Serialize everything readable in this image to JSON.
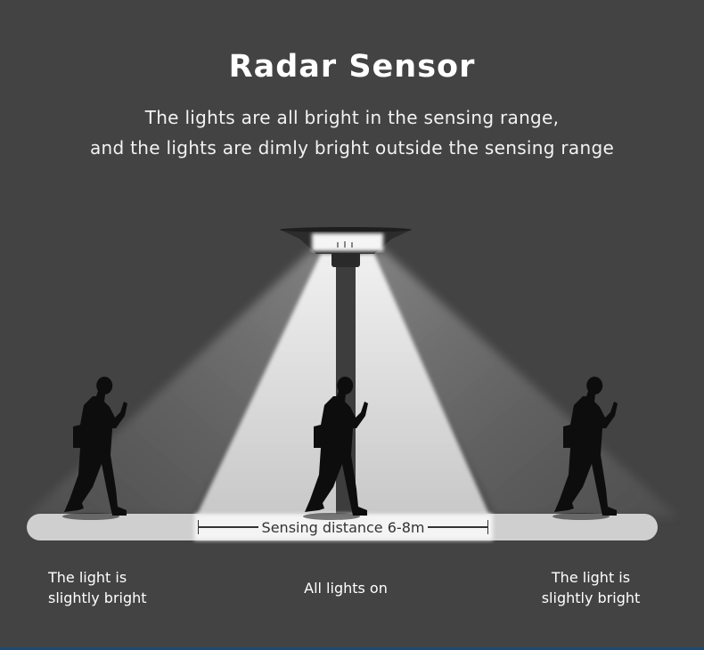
{
  "header": {
    "title": "Radar Sensor",
    "subtitle_line1": "The lights are all bright in the sensing range,",
    "subtitle_line2": "and the lights are dimly bright outside the sensing range"
  },
  "scene": {
    "sensing_distance_label": "Sensing distance 6-8m",
    "figures": [
      "left-pedestrian",
      "center-pedestrian",
      "right-pedestrian"
    ]
  },
  "captions": {
    "left_line1": "The light is",
    "left_line2": "slightly bright",
    "center": "All lights on",
    "right_line1": "The light is",
    "right_line2": "slightly bright"
  },
  "colors": {
    "background": "#434343",
    "beam_bright": "#d9d9d9",
    "beam_dim": "#6a6a6a",
    "ground": "#cfcfcf",
    "text": "#ffffff"
  }
}
